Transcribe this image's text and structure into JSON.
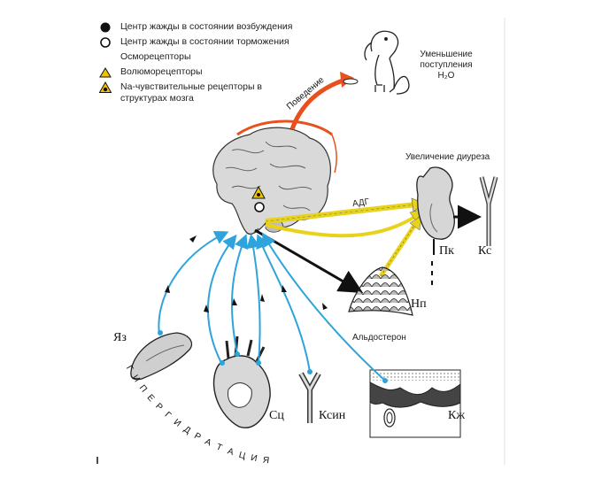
{
  "legend": {
    "excited_center": "Центр жажды в состоянии возбуждения",
    "inhibited_center": "Центр жажды в состоянии торможения",
    "osmoreceptors": "Осморецепторы",
    "volumoreceptors": "Волюморецепторы",
    "na_receptors": "Na-чувствительные рецепторы в структурах мозга"
  },
  "behavior": {
    "drinking_label": "Поведение",
    "decrease_line1": "Уменьшение",
    "decrease_line2": "поступления",
    "decrease_line3": "H₂O"
  },
  "hormones": {
    "adh": "АДГ",
    "aldosterone": "Альдостерон"
  },
  "kidney": {
    "diuresis_label": "Увеличение диуреза",
    "kidney_label": "Пк",
    "bladder_label": "Кс",
    "adrenal_label": "Нп"
  },
  "receptors": {
    "tongue": "Яз",
    "heart": "Сц",
    "vessel": "Ксин",
    "skin": "Кж"
  },
  "condition": {
    "letters": [
      "Г",
      "И",
      "П",
      "Е",
      "Р",
      "Г",
      "И",
      "Д",
      "Р",
      "А",
      "Т",
      "А",
      "Ц",
      "И",
      "Я"
    ]
  },
  "colors": {
    "afferent": "#2ea3dc",
    "behavior_arrow": "#e8501e",
    "adh_arrow": "#e8d21a",
    "efferent": "#111111",
    "volumoreceptor": "#f2c400"
  },
  "icons": {
    "excited": "filled-circle-icon",
    "inhibited": "open-circle-icon",
    "volumo": "triangle-icon",
    "na": "warning-triangle-icon"
  }
}
